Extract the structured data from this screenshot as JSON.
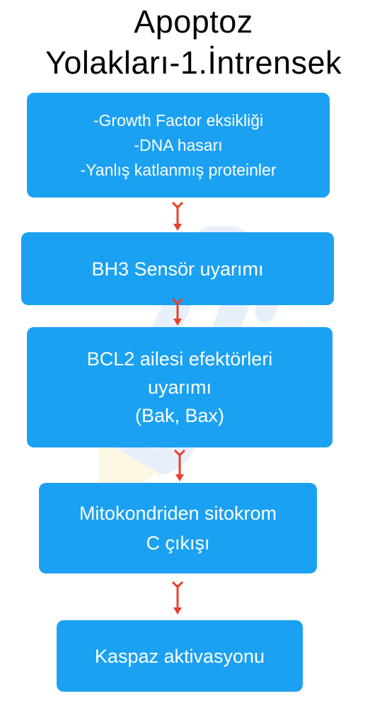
{
  "title": {
    "line1": "Apoptoz",
    "line2": "Yolakları-1.İntrensek"
  },
  "steps": [
    {
      "lines": [
        "-Growth Factor eksikliği",
        "-DNA hasarı",
        "-Yanlış katlanmış proteinler"
      ]
    },
    {
      "lines": [
        "BH3 Sensör uyarımı"
      ]
    },
    {
      "lines": [
        "BCL2 ailesi efektörleri",
        "uyarımı",
        "(Bak, Bax)"
      ]
    },
    {
      "lines": [
        "Mitokondriden sitokrom",
        "C çıkışı"
      ]
    },
    {
      "lines": [
        "Kaspaz aktivasyonu"
      ]
    }
  ],
  "colors": {
    "box": "#1ba1f2",
    "box_text": "#ffffff",
    "arrow": "#e8412c",
    "title": "#000000"
  }
}
